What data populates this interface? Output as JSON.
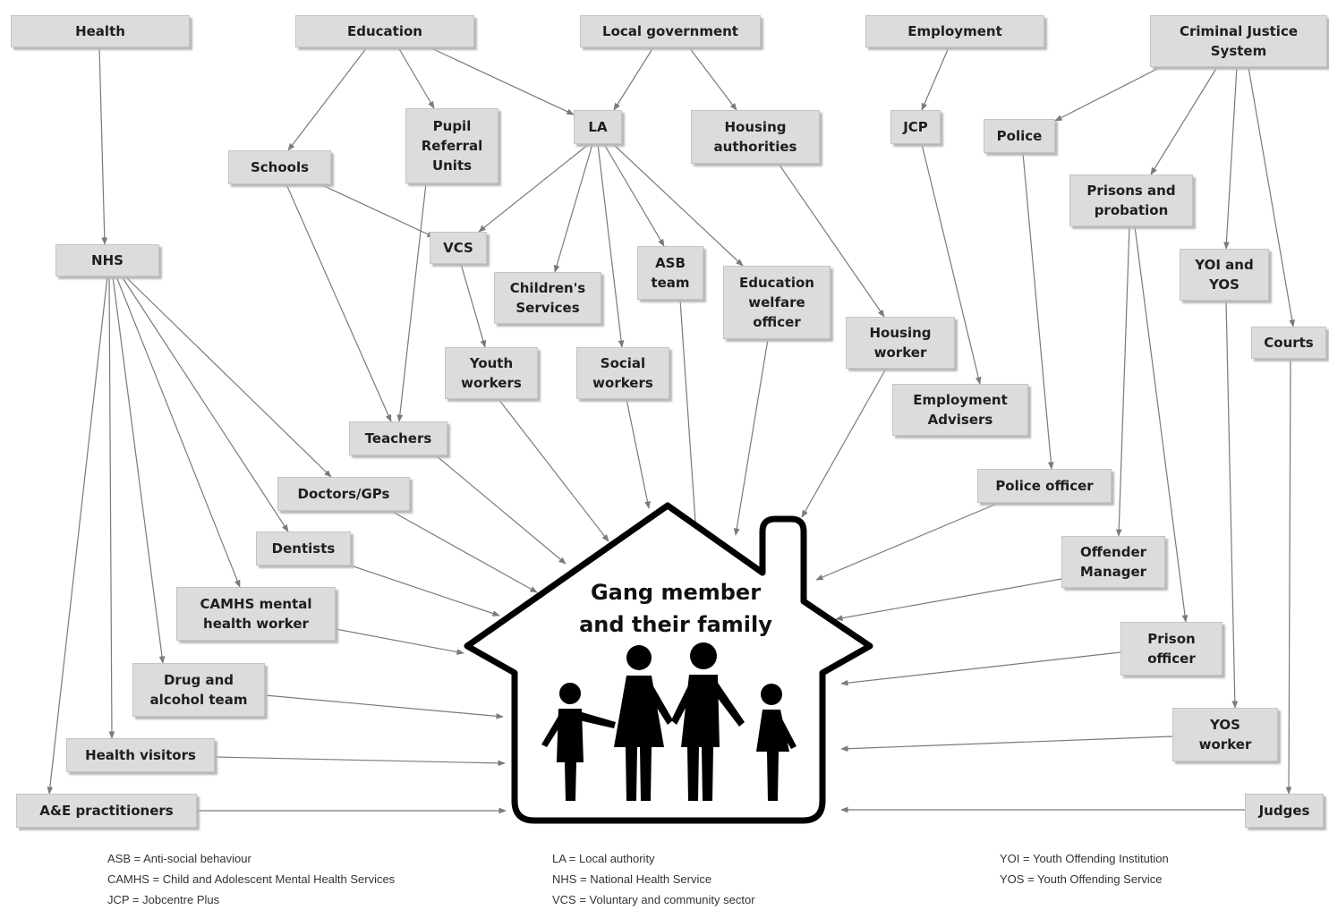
{
  "center": {
    "title": "Gang member\nand their family"
  },
  "boxes": {
    "health": "Health",
    "education": "Education",
    "local_government": "Local government",
    "employment": "Employment",
    "criminal_justice": "Criminal Justice\nSystem",
    "nhs": "NHS",
    "schools": "Schools",
    "pru": "Pupil\nReferral\nUnits",
    "la": "LA",
    "housing_authorities": "Housing\nauthorities",
    "jcp": "JCP",
    "police": "Police",
    "prisons_probation": "Prisons and\nprobation",
    "yoi_yos": "YOI and\nYOS",
    "courts": "Courts",
    "vcs": "VCS",
    "childrens_services": "Children's\nServices",
    "asb_team": "ASB\nteam",
    "ewo": "Education\nwelfare\nofficer",
    "housing_worker": "Housing\nworker",
    "employment_advisers": "Employment\nAdvisers",
    "youth_workers": "Youth\nworkers",
    "social_workers": "Social\nworkers",
    "teachers": "Teachers",
    "doctors": "Doctors/GPs",
    "dentists": "Dentists",
    "camhs": "CAMHS mental\nhealth worker",
    "drug_alcohol": "Drug and\nalcohol team",
    "health_visitors": "Health visitors",
    "ae": "A&E practitioners",
    "police_officer": "Police officer",
    "offender_manager": "Offender\nManager",
    "prison_officer": "Prison\nofficer",
    "yos_worker": "YOS\nworker",
    "judges": "Judges"
  },
  "legend": {
    "col1": [
      "ASB = Anti-social behaviour",
      "CAMHS = Child and Adolescent Mental Health Services",
      "JCP = Jobcentre Plus"
    ],
    "col2": [
      "LA = Local authority",
      "NHS = National Health Service",
      "VCS = Voluntary and community sector"
    ],
    "col3": [
      "YOI = Youth Offending Institution",
      "YOS = Youth Offending Service"
    ]
  },
  "colors": {
    "box_fill": "#dcdcdc",
    "arrow": "#7a7a7a",
    "house": "#000000"
  }
}
